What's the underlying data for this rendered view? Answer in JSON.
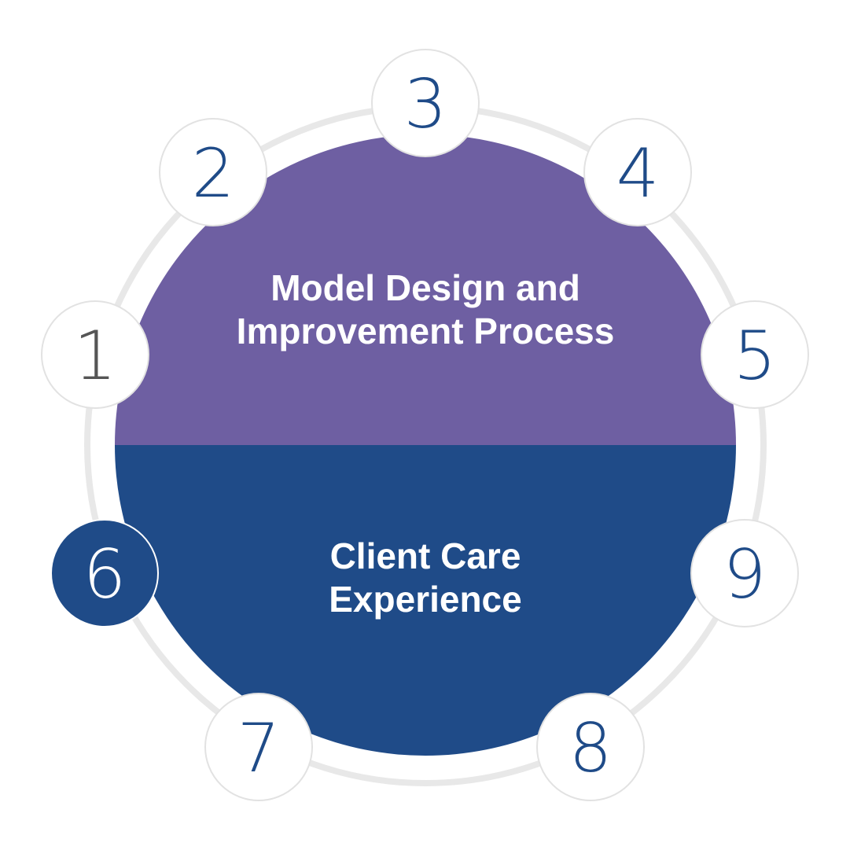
{
  "colors": {
    "top_half": "#6e5fa2",
    "bottom_half": "#1f4b88",
    "ring": "#e8e8e8",
    "node_fill": "#ffffff",
    "node_border": "#e2e2e2",
    "number_default": "#1f4b88",
    "number_muted": "#555555",
    "active_node_fill": "#1f4b88",
    "active_node_number": "#ffffff",
    "section_text": "#ffffff"
  },
  "sections": {
    "top": {
      "line1": "Model Design and",
      "line2": "Improvement Process"
    },
    "bottom": {
      "line1": "Client Care",
      "line2": "Experience"
    }
  },
  "steps": [
    {
      "number": "1",
      "state": "muted"
    },
    {
      "number": "2",
      "state": "default"
    },
    {
      "number": "3",
      "state": "default"
    },
    {
      "number": "4",
      "state": "default"
    },
    {
      "number": "5",
      "state": "default"
    },
    {
      "number": "6",
      "state": "active"
    },
    {
      "number": "7",
      "state": "default"
    },
    {
      "number": "8",
      "state": "default"
    },
    {
      "number": "9",
      "state": "default"
    }
  ]
}
